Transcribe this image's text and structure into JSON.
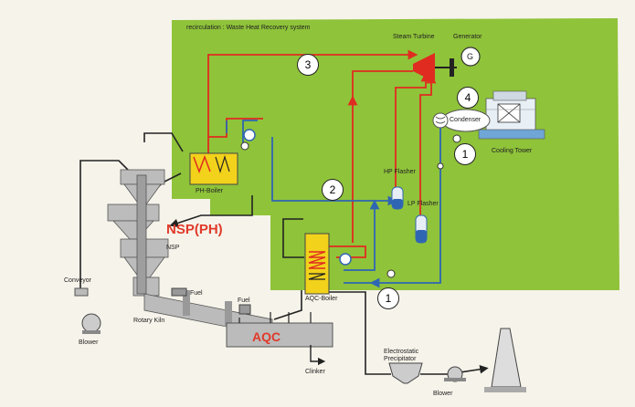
{
  "title": "recirculation : Waste Heat Recovery system",
  "labels": {
    "steam_turbine": "Steam Turbine",
    "generator": "Generator",
    "generator_symbol": "G",
    "condenser": "Condenser",
    "cooling_tower": "Cooling Tower",
    "ph_boiler": "PH-Boiler",
    "hp_flasher": "HP Flasher",
    "lp_flasher": "LP Flasher",
    "aqc_boiler": "AQC-Boiler",
    "nsp_ph": "NSP(PH)",
    "nsp": "NSP",
    "conveyor": "Conveyor",
    "fuel1": "Fuel",
    "fuel2": "Fuel",
    "rotary_kiln": "Rotary Kiln",
    "aqc": "AQC",
    "blower1": "Blower",
    "clinker": "Clinker",
    "esp_line1": "Electrostatic",
    "esp_line2": "Precipitator",
    "blower2": "Blower"
  },
  "callouts": [
    "3",
    "4",
    "1",
    "2",
    "1"
  ],
  "colors": {
    "green_area": "#8fc33a",
    "steam_red": "#e02b20",
    "water_blue": "#2f66b3",
    "gas_black": "#222222",
    "boiler_yellow": "#f2d21b"
  }
}
